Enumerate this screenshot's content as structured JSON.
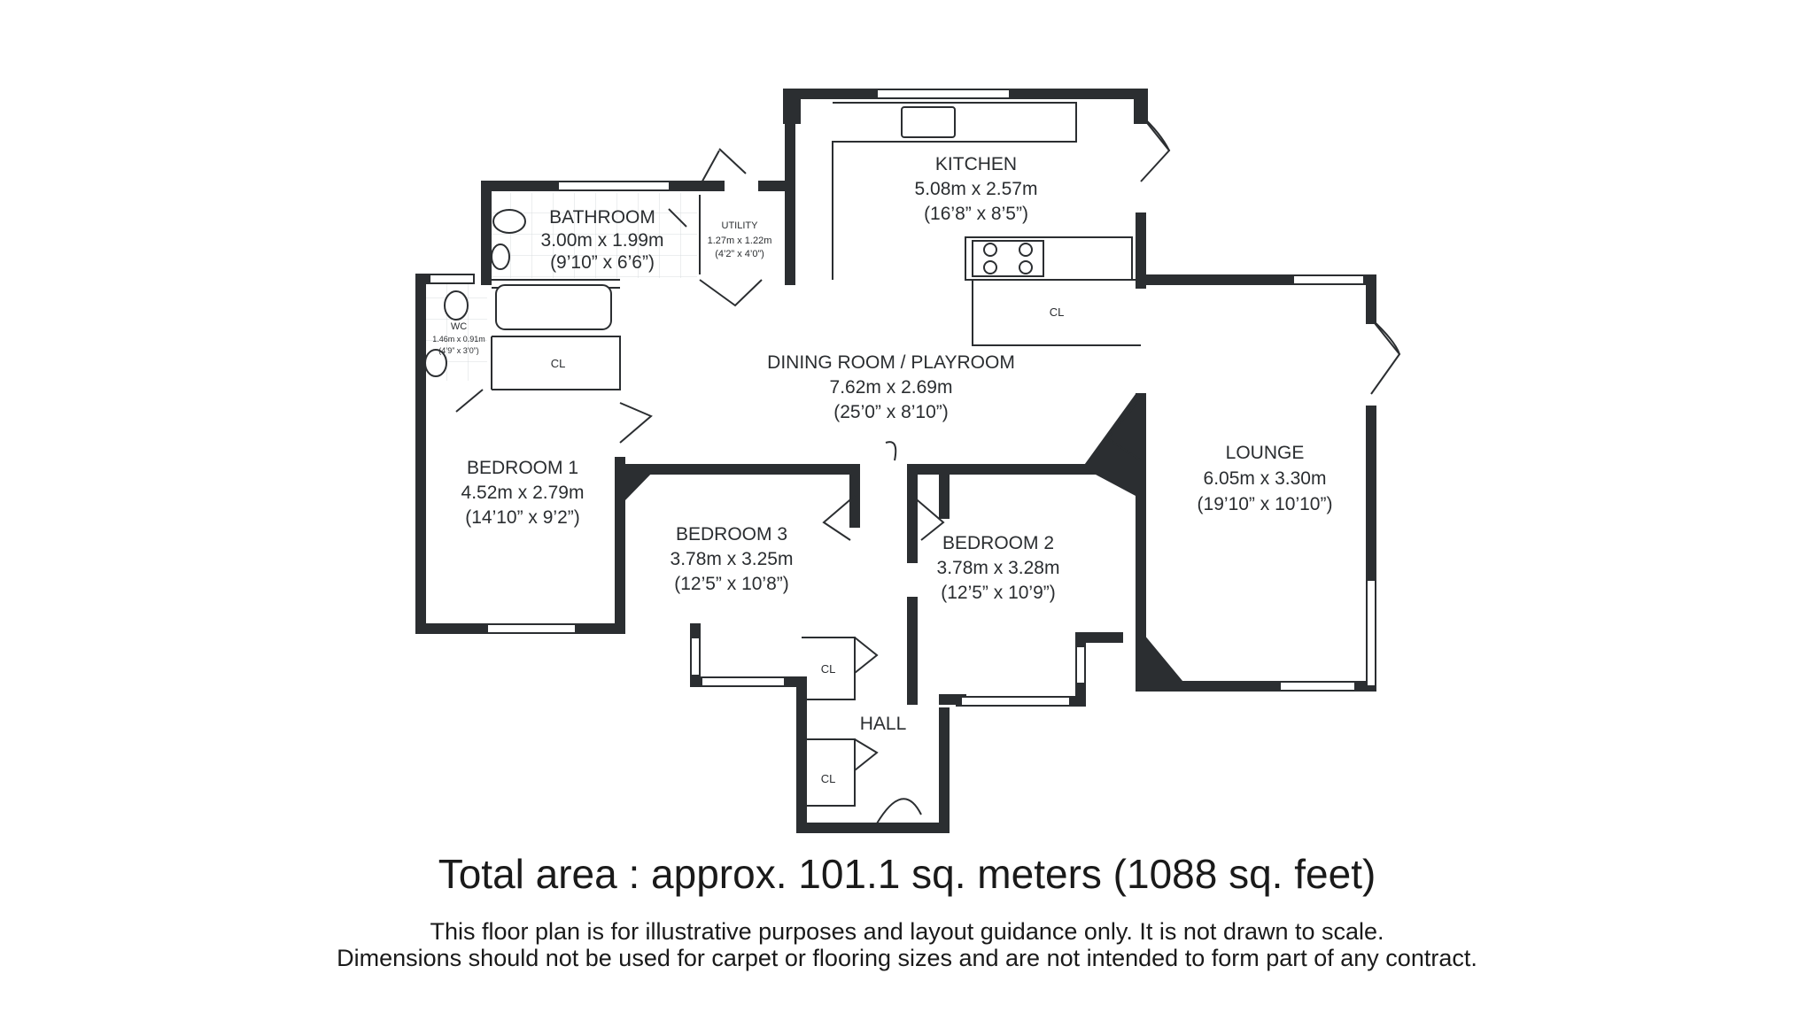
{
  "colors": {
    "wall": "#2b2e31",
    "background": "#ffffff",
    "text": "#2a2d30"
  },
  "rooms": {
    "kitchen": {
      "name": "KITCHEN",
      "metric": "5.08m x 2.57m",
      "imperial": "(16’8” x 8’5”)"
    },
    "bathroom": {
      "name": "BATHROOM",
      "metric": "3.00m x 1.99m",
      "imperial": "(9’10” x 6’6”)"
    },
    "utility": {
      "name": "UTILITY",
      "metric": "1.27m x 1.22m",
      "imperial": "(4’2” x 4’0”)"
    },
    "wc": {
      "name": "WC",
      "metric": "1.46m x 0.91m",
      "imperial": "(4’9” x 3’0”)"
    },
    "dining": {
      "name": "DINING ROOM / PLAYROOM",
      "metric": "7.62m x 2.69m",
      "imperial": "(25’0” x 8’10”)"
    },
    "lounge": {
      "name": "LOUNGE",
      "metric": "6.05m x 3.30m",
      "imperial": "(19’10” x 10’10”)"
    },
    "bedroom1": {
      "name": "BEDROOM 1",
      "metric": "4.52m x 2.79m",
      "imperial": "(14’10” x 9’2”)"
    },
    "bedroom3": {
      "name": "BEDROOM 3",
      "metric": "3.78m x 3.25m",
      "imperial": "(12’5” x 10’8”)"
    },
    "bedroom2": {
      "name": "BEDROOM 2",
      "metric": "3.78m x 3.28m",
      "imperial": "(12’5” x 10’9”)"
    },
    "hall": {
      "name": "HALL"
    }
  },
  "closets": {
    "cl_bathroom": "CL",
    "cl_kitchen": "CL",
    "cl_hall_upper": "CL",
    "cl_hall_lower": "CL"
  },
  "footer": {
    "total_area": "Total area : approx. 101.1 sq. meters (1088 sq. feet)",
    "disclaimer_line1": "This floor plan is for illustrative purposes and layout guidance only. It is not drawn to scale.",
    "disclaimer_line2": "Dimensions should not be used for carpet or flooring sizes and are not intended to form part of any contract."
  }
}
